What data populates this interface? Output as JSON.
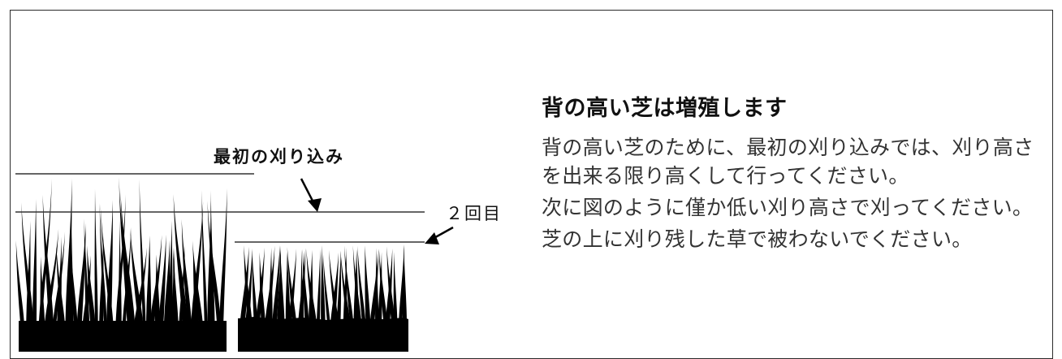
{
  "diagram": {
    "label_first_cut": "最初の刈り込み",
    "label_second_cut": "２回目"
  },
  "text": {
    "heading": "背の高い芝は増殖します",
    "paragraphs": [
      "背の高い芝のために、最初の刈り込みでは、刈り高さを出来る限り高くして行ってください。",
      "次に図のように僅か低い刈り高さで刈ってください。",
      "芝の上に刈り残した草で被わないでください。"
    ]
  }
}
